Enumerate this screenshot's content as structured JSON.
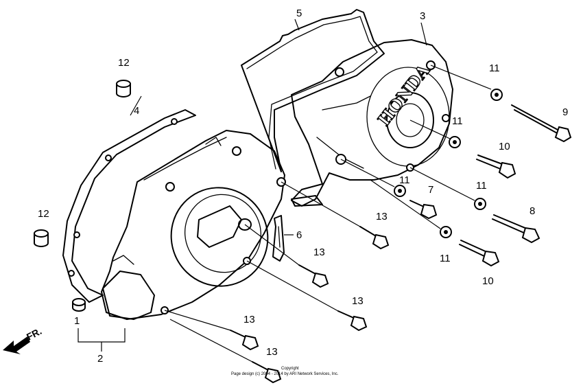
{
  "brand_text": "HONDA",
  "direction_label": "FR.",
  "copyright": {
    "line1": "Copyright",
    "line2": "Page design (c) 2004 - 2014 by ARI Network Services, Inc."
  },
  "callouts": {
    "c1": "1",
    "c2": "2",
    "c3": "3",
    "c4": "4",
    "c5": "5",
    "c6": "6",
    "c7": "7",
    "c8": "8",
    "c9": "9",
    "c10a": "10",
    "c10b": "10",
    "c11a": "11",
    "c11b": "11",
    "c11c": "11",
    "c11d": "11",
    "c11e": "11",
    "c12a": "12",
    "c12b": "12",
    "c13a": "13",
    "c13b": "13",
    "c13c": "13",
    "c13d": "13",
    "c13e": "13"
  }
}
